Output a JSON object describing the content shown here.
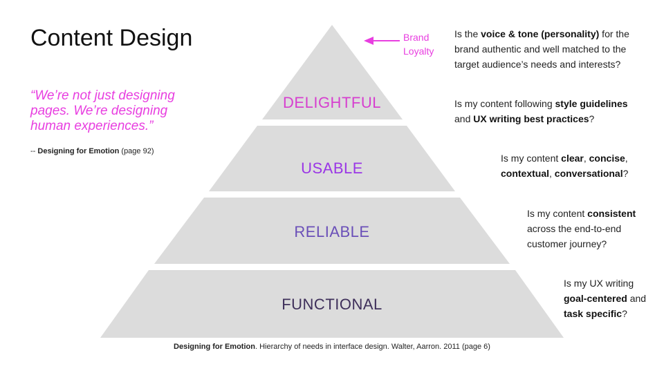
{
  "slide": {
    "title": "Content Design",
    "quote": "“We’re not just designing pages. We’re designing human experiences.”",
    "citation": {
      "prefix": "-- ",
      "book": "Designing for Emotion",
      "page": " (page 92)"
    },
    "brand_loyalty": {
      "line1": "Brand",
      "line2": "Loyalty",
      "color": "#e83ee0"
    },
    "accent_color": "#e83ee0",
    "pyramid_fill": "#dcdcdc",
    "tiers": [
      {
        "label": "DELIGHTFUL",
        "color": "#d63fcf"
      },
      {
        "label": "USABLE",
        "color": "#9a36e6"
      },
      {
        "label": "RELIABLE",
        "color": "#6a4fb8"
      },
      {
        "label": "FUNCTIONAL",
        "color": "#3e2f5a"
      }
    ],
    "questions": {
      "delightful_top": {
        "t1": "Is the ",
        "b1": "voice & tone (personality)",
        "t2": " for the",
        "line2": "brand authentic and well matched to the",
        "line3": "target audience’s needs and interests?"
      },
      "delightful_bottom": {
        "t1": "Is my content following ",
        "b1": "style guidelines",
        "b2": "and ",
        "b3": "UX writing best practices",
        "t2": "?"
      },
      "usable": {
        "t1": "Is my content ",
        "b1": "clear",
        "t2": ", ",
        "b2": "concise",
        "t3": ",",
        "b3": "contextual",
        "t4": ", ",
        "b4": "conversational",
        "t5": "?"
      },
      "reliable": {
        "t1": "Is my content ",
        "b1": "consistent",
        "line2": "across the end-to-end",
        "line3": "customer journey?"
      },
      "functional": {
        "line1": "Is my UX writing",
        "b1": "goal-centered",
        "t1": " and",
        "b2": "task specific",
        "t2": "?"
      }
    },
    "footer": {
      "book": "Designing for Emotion",
      "rest": ". Hierarchy of needs in interface design. Walter, Aarron. 2011 (page 6)"
    }
  }
}
